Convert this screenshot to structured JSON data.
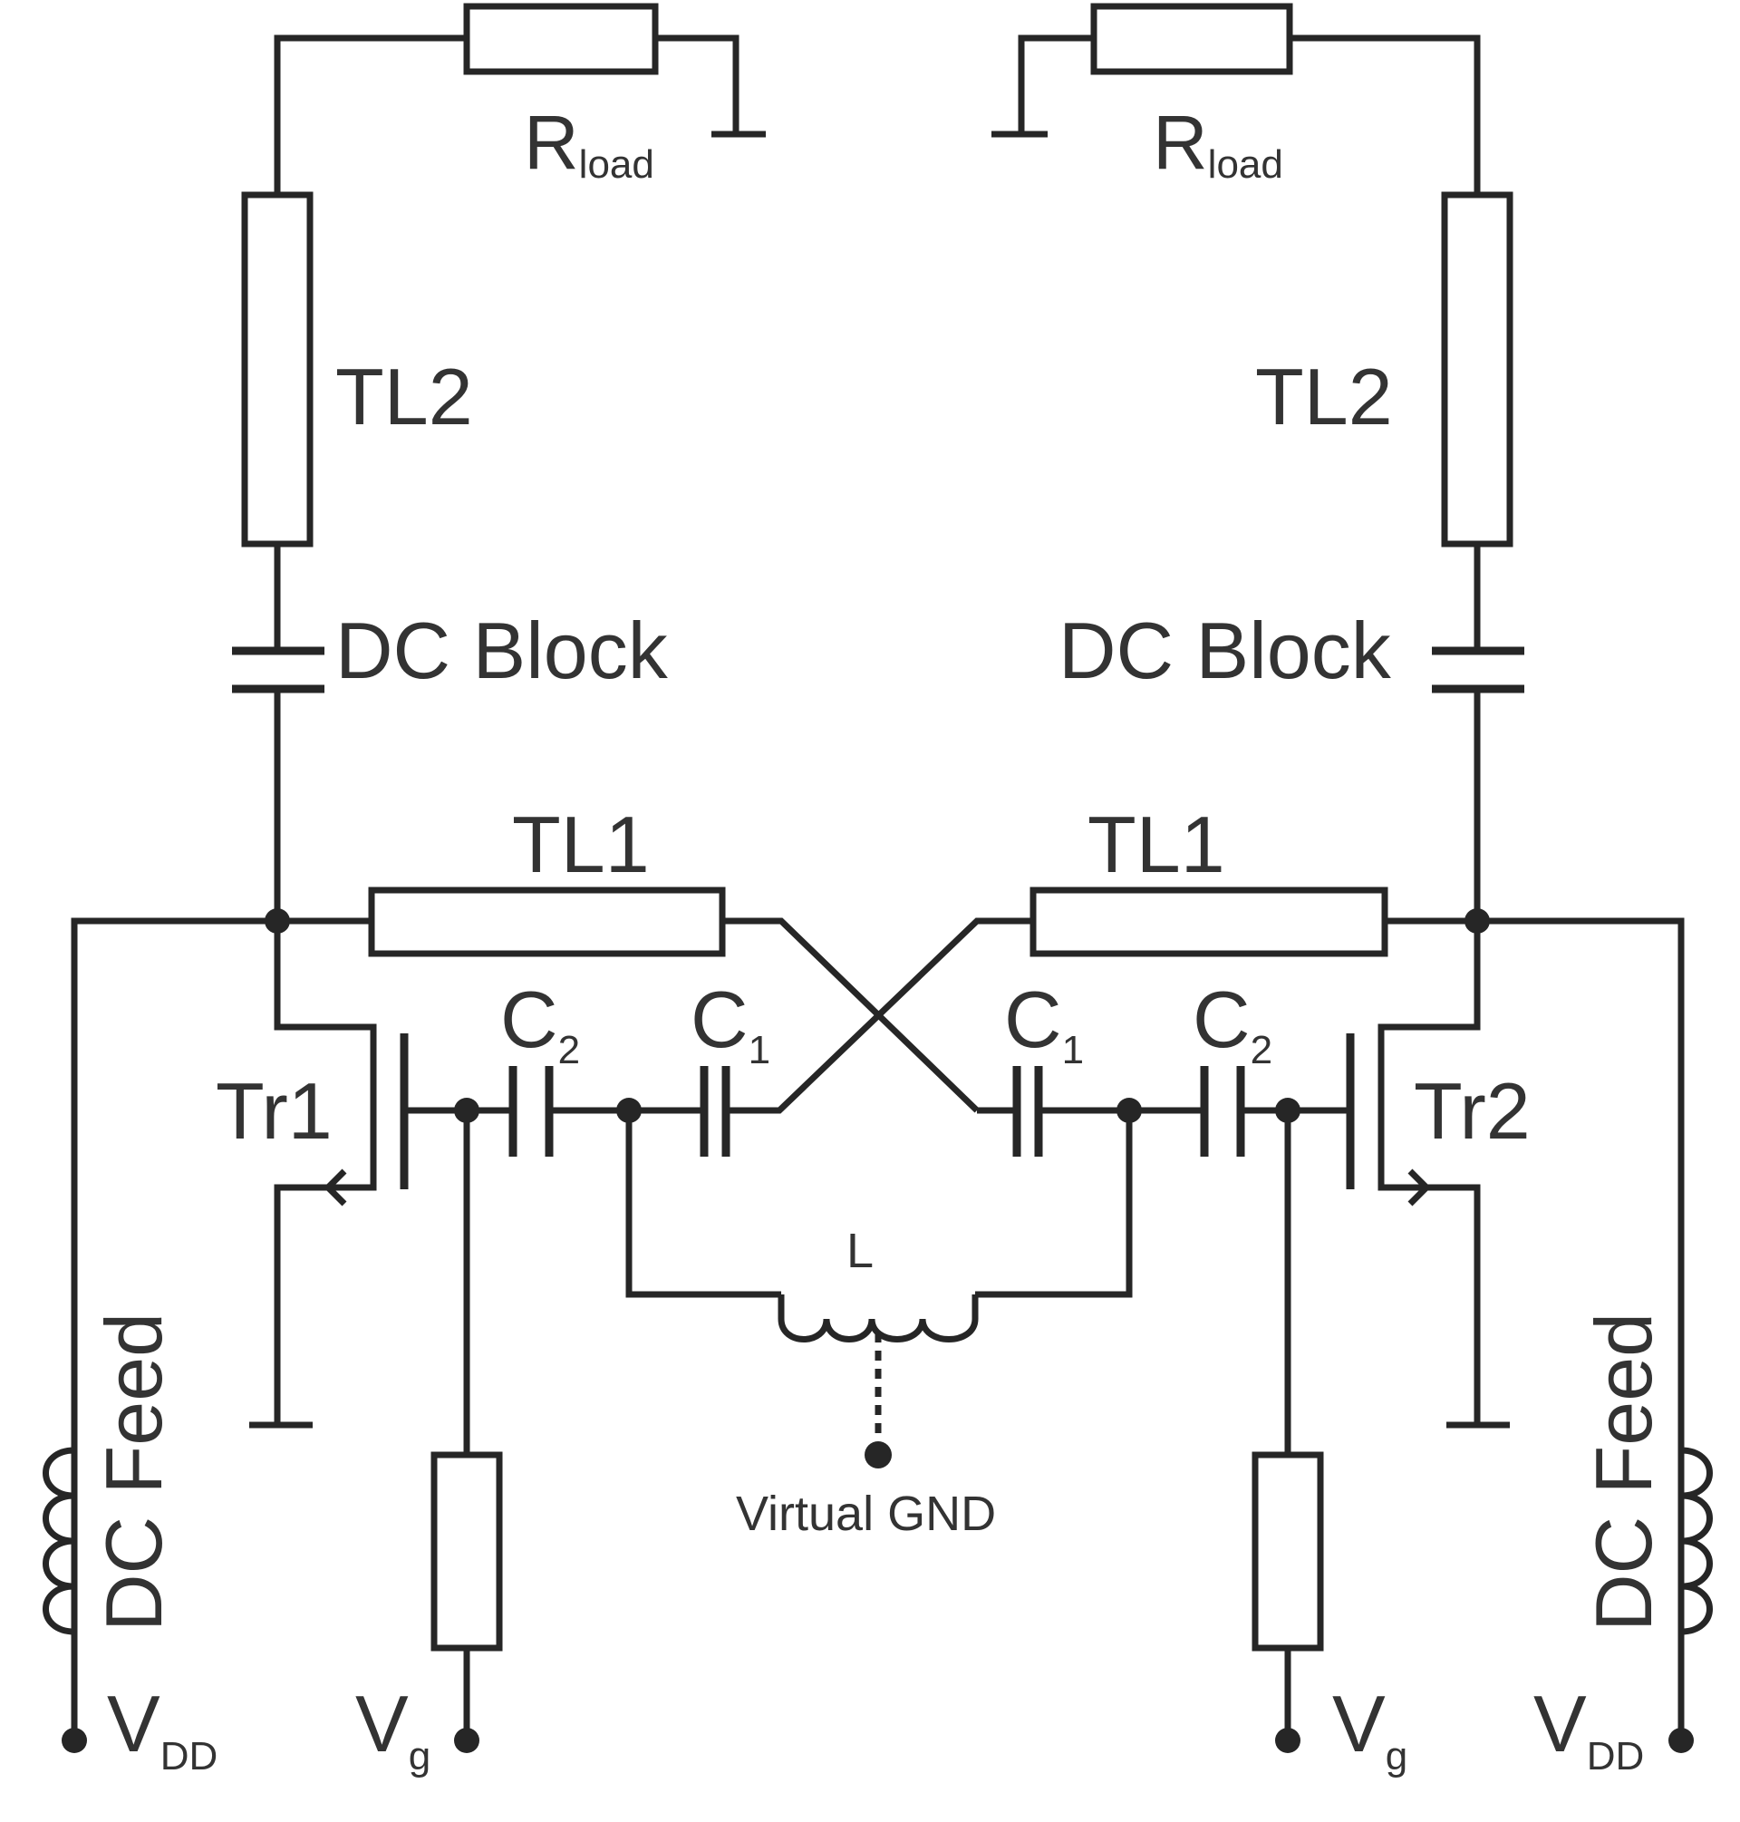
{
  "labels": {
    "r_load": "R",
    "r_load_sub": "load",
    "tl2": "TL2",
    "dc_block": "DC Block",
    "tl1": "TL1",
    "c1": "C",
    "c1_sub": "1",
    "c2": "C",
    "c2_sub": "2",
    "tr1": "Tr1",
    "tr2": "Tr2",
    "inductor": "L",
    "virtual_gnd": "Virtual GND",
    "dc_feed": "DC Feed",
    "vdd": "V",
    "vdd_sub": "DD",
    "vg": "V",
    "vg_sub": "g"
  },
  "colors": {
    "wire": "#262626",
    "text": "#333333",
    "background": "#ffffff"
  }
}
